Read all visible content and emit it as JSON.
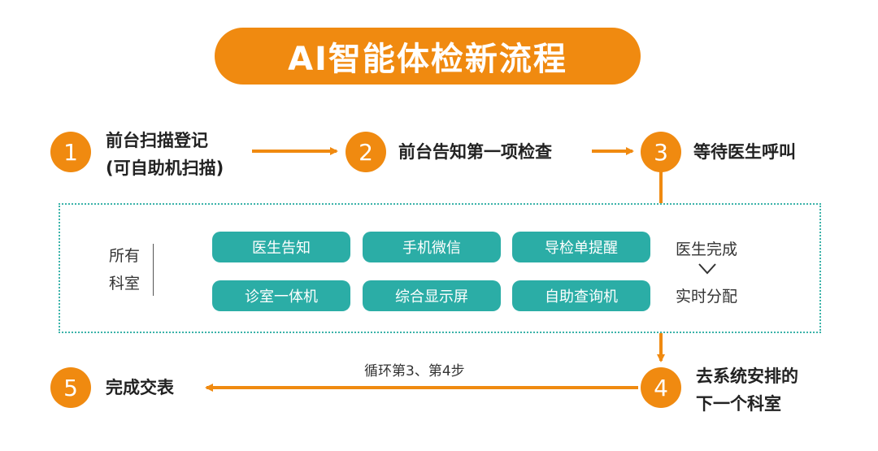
{
  "title": "AI智能体检新流程",
  "steps": [
    {
      "number": "1",
      "line1": "前台扫描登记",
      "line2": "(可自助机扫描)"
    },
    {
      "number": "2",
      "line1": "前台告知第一项检查"
    },
    {
      "number": "3",
      "line1": "等待医生呼叫"
    },
    {
      "number": "4",
      "line1": "去系统安排的",
      "line2": "下一个科室"
    },
    {
      "number": "5",
      "line1": "完成交表"
    }
  ],
  "departments": {
    "label_line1": "所有",
    "label_line2": "科室",
    "buttons": [
      "医生告知",
      "手机微信",
      "导检单提醒",
      "诊室一体机",
      "综合显示屏",
      "自助查询机"
    ],
    "side_line1": "医生完成",
    "side_line2": "实时分配"
  },
  "loop_label": "循环第3、第4步",
  "colors": {
    "accent": "#f08a10",
    "teal": "#2bada6",
    "dotted": "#3bb3a9"
  }
}
